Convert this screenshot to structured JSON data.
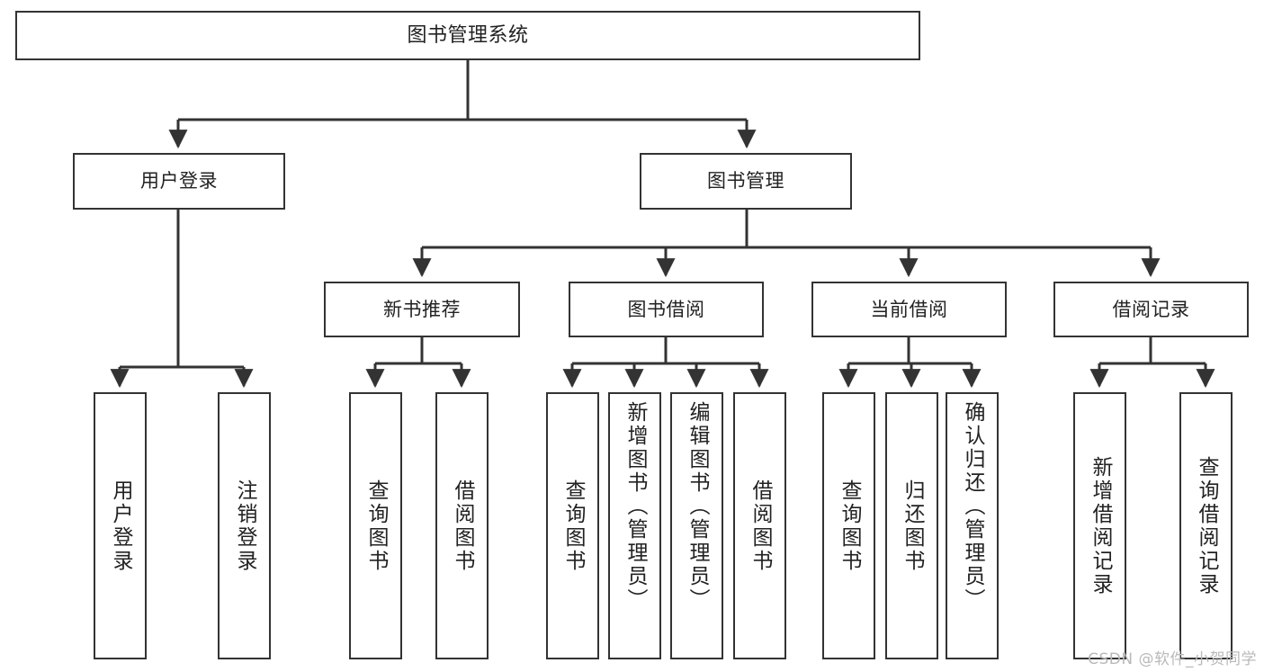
{
  "diagram": {
    "type": "tree",
    "title": "图书管理系统",
    "root": {
      "id": "root",
      "label": "图书管理系统"
    },
    "level2": [
      {
        "id": "user-login",
        "label": "用户登录"
      },
      {
        "id": "book-manage",
        "label": "图书管理"
      }
    ],
    "level3": [
      {
        "id": "new-book-recommend",
        "label": "新书推荐"
      },
      {
        "id": "book-borrow",
        "label": "图书借阅"
      },
      {
        "id": "current-borrow",
        "label": "当前借阅"
      },
      {
        "id": "borrow-record",
        "label": "借阅记录"
      }
    ],
    "leaves": [
      {
        "id": "leaf-user-login",
        "label": "用户登录"
      },
      {
        "id": "leaf-user-logout",
        "label": "注销登录"
      },
      {
        "id": "leaf-query-book-rec",
        "label": "查询图书"
      },
      {
        "id": "leaf-borrow-book-rec",
        "label": "借阅图书"
      },
      {
        "id": "leaf-query-book-borrow",
        "label": "查询图书"
      },
      {
        "id": "leaf-add-book-admin",
        "label": "新增图书（管理员）"
      },
      {
        "id": "leaf-edit-book-admin",
        "label": "编辑图书（管理员）"
      },
      {
        "id": "leaf-borrow-book",
        "label": "借阅图书"
      },
      {
        "id": "leaf-query-book-current",
        "label": "查询图书"
      },
      {
        "id": "leaf-return-book",
        "label": "归还图书"
      },
      {
        "id": "leaf-confirm-return-admin",
        "label": "确认归还（管理员）"
      },
      {
        "id": "leaf-add-borrow-record",
        "label": "新增借阅记录"
      },
      {
        "id": "leaf-query-borrow-record",
        "label": "查询借阅记录"
      }
    ],
    "colors": {
      "stroke": "#333333",
      "fill": "#ffffff",
      "text": "#222222",
      "watermark": "#b9b9b9"
    }
  },
  "watermark": {
    "text": "CSDN @软件_小贺同学"
  }
}
